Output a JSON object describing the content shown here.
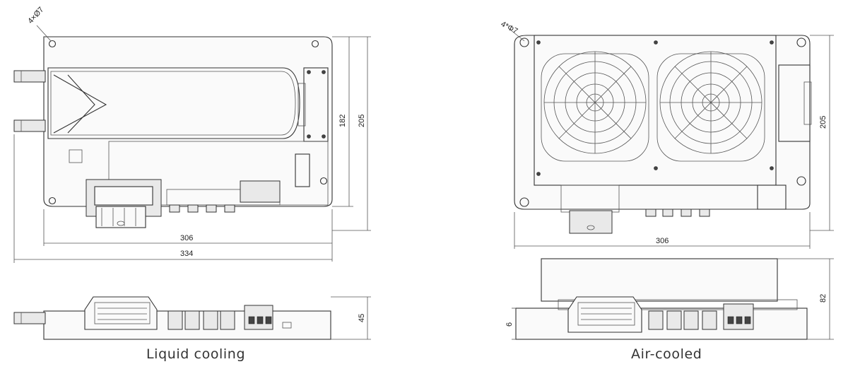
{
  "liquid": {
    "hole_note": "4×Ø7",
    "dim_width_inner": "306",
    "dim_width_outer": "334",
    "dim_height_inner": "182",
    "dim_height_outer": "205",
    "dim_side_height": "45",
    "caption": "Liquid cooling"
  },
  "air": {
    "hole_note": "4*Φ7",
    "dim_width": "306",
    "dim_height": "205",
    "dim_side_height": "82",
    "dim_side_small": "6",
    "caption": "Air-cooled"
  }
}
